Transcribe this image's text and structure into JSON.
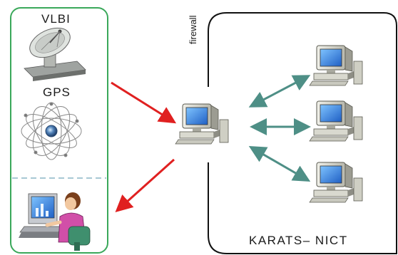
{
  "sources": {
    "vlbi_label": "VLBI",
    "gps_label": "GPS"
  },
  "cluster": {
    "name": "KARATS– NICT",
    "firewall_label": "firewall"
  },
  "colors": {
    "source_panel_border": "#3aa85a",
    "separator": "#a8c8d4",
    "inbound_arrow": "#e02020",
    "cluster_link": "#4e8f86",
    "cluster_border": "#111111"
  },
  "icons": [
    "satellite-dish-icon",
    "gps-orbit-icon",
    "user-workstation-icon",
    "gateway-computer-icon",
    "node-computer-icon"
  ]
}
